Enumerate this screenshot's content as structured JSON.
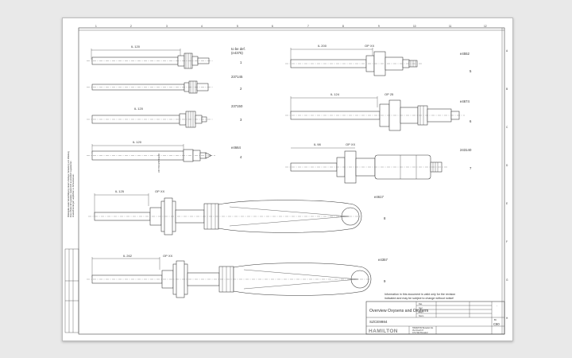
{
  "sheet": {
    "top_ruler": [
      "1",
      "2",
      "3",
      "4",
      "5",
      "6",
      "7",
      "8",
      "9",
      "10",
      "11",
      "12"
    ],
    "side_ruler": [
      "A",
      "B",
      "C",
      "D",
      "E",
      "F",
      "G",
      "H"
    ],
    "side_notes": [
      "Weitergabe sowie Vervielfältigung dieser Unterlage, Verwertung und Mitteilung",
      "ihres Inhalts nicht gestattet, soweit nicht ausdrücklich zugestanden.",
      "Zuwiderhandlungen verpflichten zu Schadenersatz."
    ]
  },
  "parts": [
    {
      "index": "1",
      "code": "to be def.",
      "code2": "(e4375)",
      "il": "IL 120"
    },
    {
      "index": "2",
      "code": "237145"
    },
    {
      "index": "3",
      "code": "237150",
      "il": "IL 120"
    },
    {
      "index": "4",
      "code": "e4664",
      "il": "IL 120",
      "label": "OXYFERM FDA 120"
    },
    {
      "index": "5",
      "code": "e4552",
      "il": "IL 200",
      "op": "OP XX"
    },
    {
      "index": "6",
      "code": "e4674",
      "il": "IL 124",
      "op": "OP 25"
    },
    {
      "index": "7",
      "code": "243140",
      "il": "IL 98",
      "op": "OP XX"
    },
    {
      "index": "8",
      "code": "e4617",
      "il": "IL 125",
      "op": "OP XX"
    },
    {
      "index": "9",
      "code": "e4357",
      "il": "IL 262",
      "op": "OP XX"
    }
  ],
  "notice": {
    "line1": "Information in this document is valid only for the revision",
    "line2": "indicated and may be subject to change without notice!"
  },
  "title_block": {
    "title": "Overview Oxysens and Oxyferm",
    "doc_no": "SZCE9984",
    "logo": "HAMILTON",
    "company": [
      "HAMILTON Bonaduz AG",
      "Via Crusch 8",
      "CH-7402 Bonaduz"
    ],
    "rows": [
      "Dat.",
      "Gez.",
      "Gepr.",
      "Norm"
    ],
    "sheet_label": "Bl.",
    "format": "C80",
    "state": "-"
  }
}
